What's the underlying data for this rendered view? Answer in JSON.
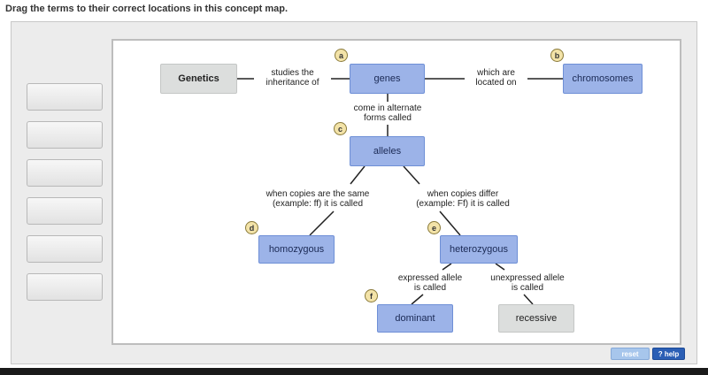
{
  "instruction": "Drag the terms to their correct locations in this concept map.",
  "term_slots": [
    "",
    "",
    "",
    "",
    "",
    ""
  ],
  "nodes": {
    "genetics": "Genetics",
    "genes": "genes",
    "chromosomes": "chromosomes",
    "alleles": "alleles",
    "homozygous": "homozygous",
    "heterozygous": "heterozygous",
    "dominant": "dominant",
    "recessive": "recessive"
  },
  "links": {
    "studies": [
      "studies the",
      "inheritance of"
    ],
    "located": [
      "which are",
      "located on"
    ],
    "alternate": [
      "come in alternate",
      "forms called"
    ],
    "same": [
      "when copies are the same",
      "(example: ff) it is called"
    ],
    "differ": [
      "when copies differ",
      "(example: Ff) it is called"
    ],
    "expressed": [
      "expressed allele",
      "is called"
    ],
    "unexpressed": [
      "unexpressed allele",
      "is called"
    ]
  },
  "badges": {
    "a": "a",
    "b": "b",
    "c": "c",
    "d": "d",
    "e": "e",
    "f": "f"
  },
  "buttons": {
    "reset": "reset",
    "help": "? help"
  },
  "colors": {
    "node_blue": "#9cb3e8",
    "node_gray": "#dcdedd",
    "help_blue": "#2b5fb5"
  }
}
